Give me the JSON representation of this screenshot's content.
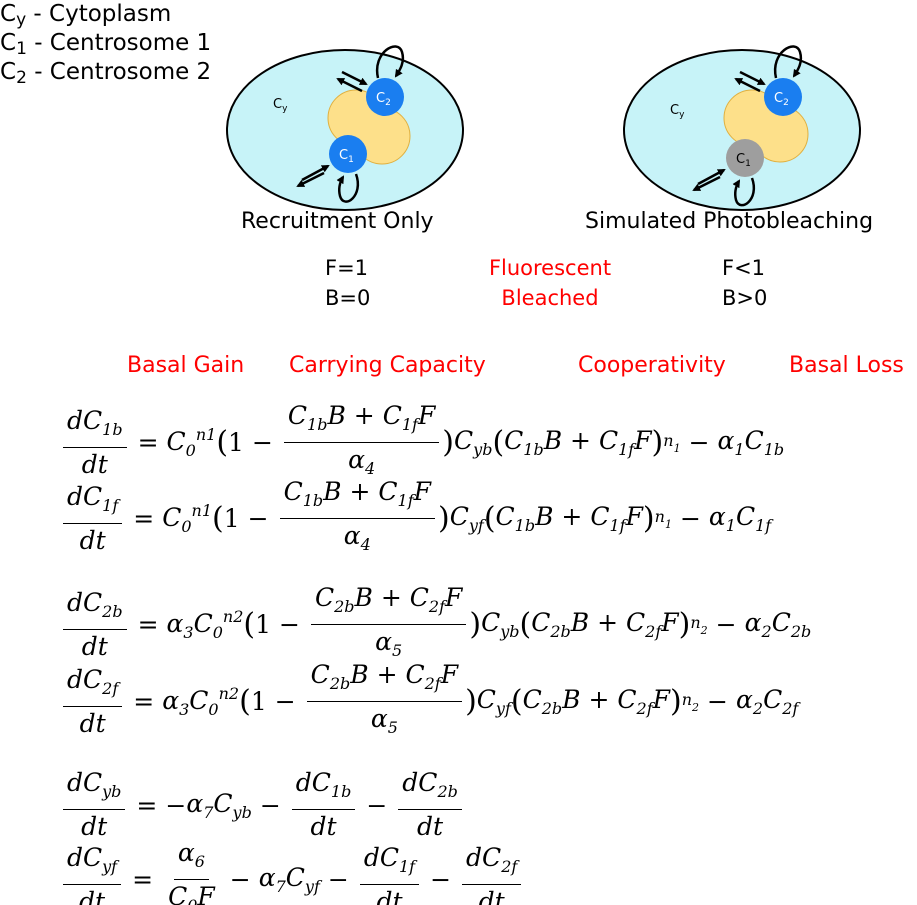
{
  "legend": {
    "cy_sym": "C",
    "cy_sub": "y",
    "cy_text": " - Cytoplasm",
    "c1_sym": "C",
    "c1_sub": "1",
    "c1_text": " - Centrosome 1",
    "c2_sym": "C",
    "c2_sub": "2",
    "c2_text": " - Centrosome 2"
  },
  "cells": {
    "left_caption": "Recruitment Only",
    "right_caption": "Simulated Photobleaching",
    "cy_label": "C",
    "cy_label_sub": "y",
    "c1_label": "C",
    "c1_sub": "1",
    "c2_label": "C",
    "c2_sub": "2",
    "colors": {
      "cytoplasm": "#c7f3f8",
      "nucleus": "#fde08a",
      "centrosome": "#1a7ef0",
      "bleached_centrosome": "#9e9e9e"
    }
  },
  "states": {
    "left_f": "F=1",
    "left_b": "B=0",
    "mid_f": "Fluorescent",
    "mid_b": "Bleached",
    "right_f": "F<1",
    "right_b": "B>0"
  },
  "terms": {
    "basal_gain": "Basal Gain",
    "carrying_capacity": "Carrying Capacity",
    "cooperativity": "Cooperativity",
    "basal_loss": "Basal Loss"
  }
}
